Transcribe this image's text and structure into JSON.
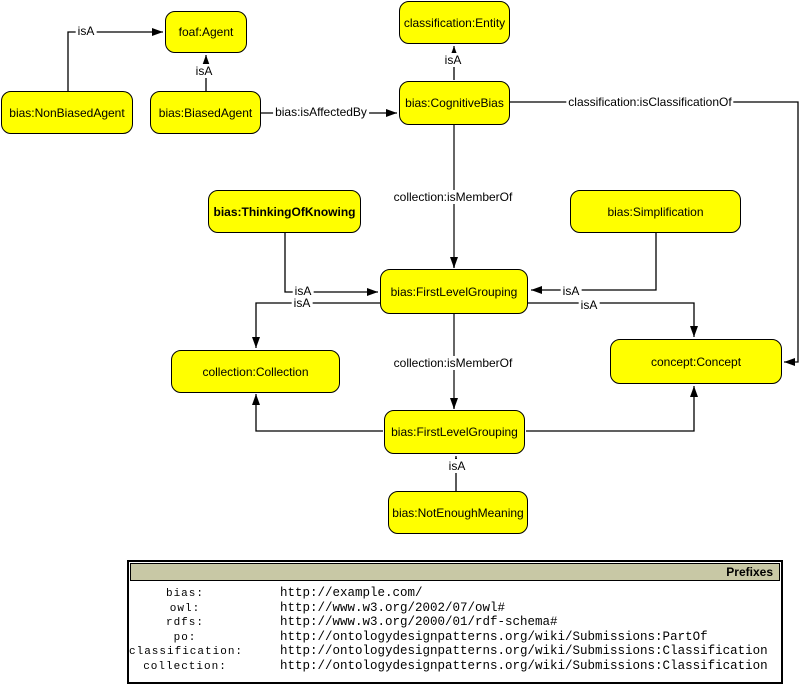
{
  "diagram": {
    "nodes": {
      "foaf_agent": {
        "label": "foaf:Agent"
      },
      "non_biased_agent": {
        "label": "bias:NonBiasedAgent"
      },
      "biased_agent": {
        "label": "bias:BiasedAgent"
      },
      "classification_entity": {
        "label": "classification:Entity"
      },
      "cognitive_bias": {
        "label": "bias:CognitiveBias"
      },
      "thinking_of_knowing": {
        "label": "bias:ThinkingOfKnowing"
      },
      "simplification": {
        "label": "bias:Simplification"
      },
      "first_level_grouping_top": {
        "label": "bias:FirstLevelGrouping"
      },
      "collection": {
        "label": "collection:Collection"
      },
      "concept": {
        "label": "concept:Concept"
      },
      "first_level_grouping_bottom": {
        "label": "bias:FirstLevelGrouping"
      },
      "not_enough_meaning": {
        "label": "bias:NotEnoughMeaning"
      }
    },
    "edge_labels": {
      "is_a": "isA",
      "is_affected_by": "bias:isAffectedBy",
      "is_classification_of": "classification:isClassificationOf",
      "is_member_of": "collection:isMemberOf"
    },
    "colors": {
      "node_fill": "#ffff00",
      "node_border": "#000000",
      "edge_black": "#000000",
      "edge_gray": "#666666"
    }
  },
  "prefixes_table": {
    "title": "Prefixes",
    "header_bg": "#c8c8a5",
    "rows": [
      {
        "prefix": "bias:",
        "uri": "http://example.com/"
      },
      {
        "prefix": "owl:",
        "uri": "http://www.w3.org/2002/07/owl#"
      },
      {
        "prefix": "rdfs:",
        "uri": "http://www.w3.org/2000/01/rdf-schema#"
      },
      {
        "prefix": "po:",
        "uri": "http://ontologydesignpatterns.org/wiki/Submissions:PartOf"
      },
      {
        "prefix": "classification:",
        "uri": "http://ontologydesignpatterns.org/wiki/Submissions:Classification"
      },
      {
        "prefix": "collection:",
        "uri": "http://ontologydesignpatterns.org/wiki/Submissions:Classification"
      }
    ]
  }
}
